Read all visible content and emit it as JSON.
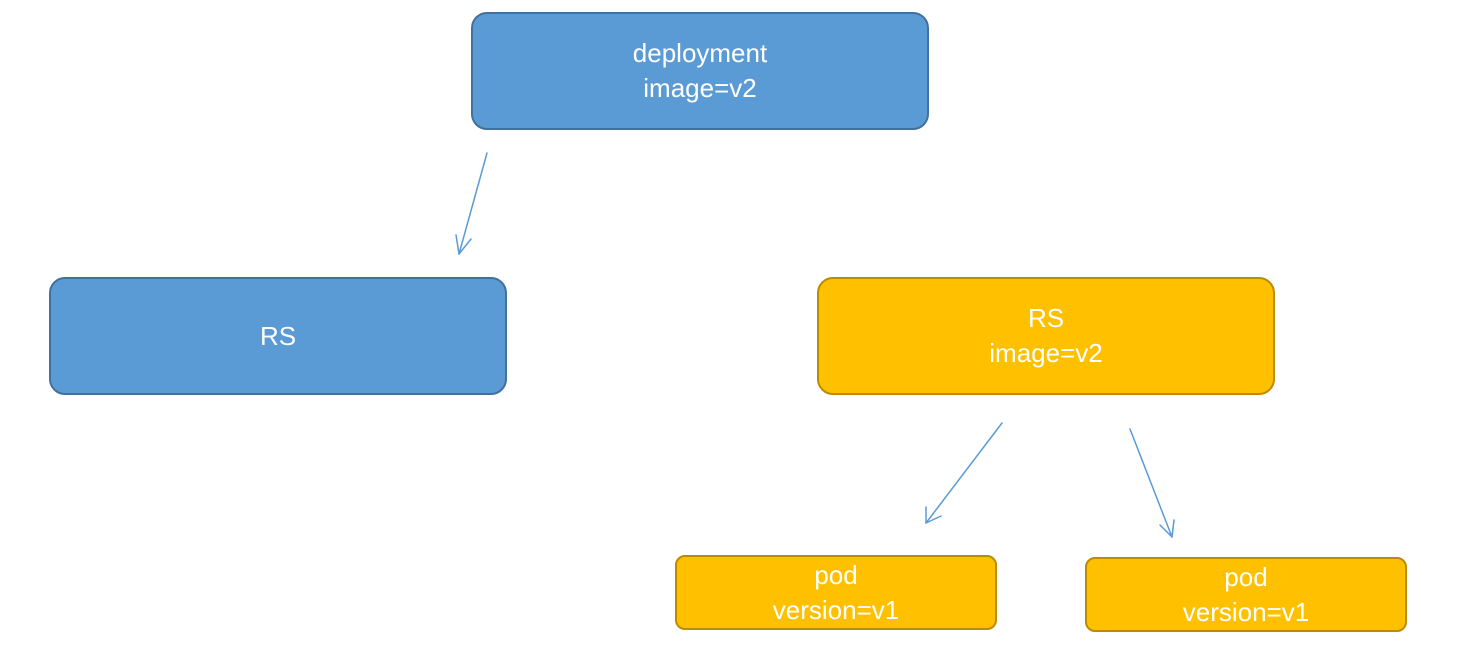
{
  "diagram": {
    "deployment": {
      "line1": "deployment",
      "line2": "image=v2",
      "color": "#5b9bd5"
    },
    "rs_old": {
      "line1": "RS",
      "color": "#5b9bd5"
    },
    "rs_new": {
      "line1": "RS",
      "line2": "image=v2",
      "color": "#ffc000"
    },
    "pods": [
      {
        "line1": "pod",
        "line2": "version=v1",
        "color": "#ffc000"
      },
      {
        "line1": "pod",
        "line2": "version=v1",
        "color": "#ffc000"
      }
    ],
    "edges": [
      {
        "from": "deployment",
        "to": "rs_old"
      },
      {
        "from": "rs_new",
        "to": "pods.0"
      },
      {
        "from": "rs_new",
        "to": "pods.1"
      }
    ],
    "arrow_color": "#5b9bd5"
  }
}
